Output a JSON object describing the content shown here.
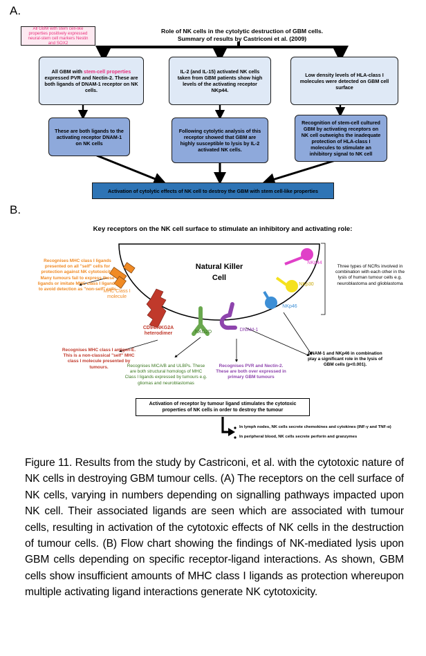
{
  "panel_a": {
    "label": "A.",
    "title_line1": "Role of NK cells in the cytolytic destruction of GBM cells.",
    "title_line2": "Summary of results by Castriconi et al. (2009)",
    "pink_note": "All GBM with stem cell-like properties positively expressed neural-stem cell markers Nestin and SOX2",
    "top_left_pre": "All GBM with ",
    "top_left_highlight": "stem-cell properties",
    "top_left_post": " expressed PVR and Nectin-2. These are both ligands of DNAM-1 receptor on NK cells.",
    "top_mid": "IL-2 (and IL-15) activated NK cells taken from GBM patients show high levels of the activating receptor NKp44.",
    "top_right": "Low density levels of HLA-class I molecules were detected on GBM cell surface",
    "bottom_left": "These are both ligands to the activating receptor DNAM-1 on NK cells",
    "bottom_mid": "Following cytolytic analysis of this receptor showed that GBM are highly susceptible to lysis by IL-2 activated NK cells.",
    "bottom_right": "Recognition of stem-cell cultured GBM by activating receptors on NK cell outweighs the inadequate protection of HLA-class I molecules to stimulate an inhibitory signal to NK cell",
    "result_bar": "Activation of cytolytic effects of NK cell to destroy the GBM with stem cell-like properties"
  },
  "panel_b": {
    "label": "B.",
    "title": "Key receptors on the NK cell surface to stimulate an inhibitory and activating role:",
    "cell_line1": "Natural Killer",
    "cell_line2": "Cell",
    "mhc_label": "MHC Class I molecule",
    "mhc_note": "Recognises MHC class I ligands presented on all \"self\" cells for protection against NK cytotoxicity. Many tumours fail to express these ligands or imitate MHC class I ligands to avoid detection as \"non-self\" cells",
    "cd94_label": "CD94/NKG2A heterodimer",
    "cd94_note": "Recognises MHC class I antigen-E. This is a non-classical \"self\" MHC class I molecule presented by tumours.",
    "nkg2d_label": "NKG2D",
    "nkg2d_note": "Recognises MICA/B and ULBPs. These are both structural homologs of MHC Class I ligands expressed by tumours e.g. gliomas and neuroblastomas",
    "dnam_label": "DNAM-1",
    "dnam_note": "Recognises PVR and Nectin-2. These are both over expressed in primary GBM tumours",
    "nkp44_label": "NKp44",
    "nkp30_label": "NKp30",
    "nkp46_label": "NKp46",
    "ncr_note": "Three types of NCRs involved in combination with each other in the lysis of human tumour cells e.g. neuroblastoma and glioblastoma",
    "dnam_nkp46_note": "DNAM-1 and NKp46 in combination play a significant role in the lysis of GBM cells (p<0.001).",
    "activation_box": "Activation of receptor by tumour ligand stimulates the cytotoxic properties of NK cells in order to destroy the tumour",
    "bullet1": "In lymph nodes, NK cells secrete chemokines and cytokines (INF-γ and TNF-α)",
    "bullet2": "In peripheral blood, NK cells secrete perforin and granzymes"
  },
  "caption": {
    "figure_label": "Figure 11.",
    "text": " Results from the study by Castriconi, et al. with the cytotoxic nature of NK cells in destroying GBM tumour cells. (A) The receptors on the cell surface of NK cells, varying in numbers depending on signalling pathways impacted upon NK cell. Their associated ligands are seen which are associated with tumour cells, resulting in activation of the cytotoxic effects of NK cells in the destruction of tumour cells. (B) Flow chart showing the findings of NK-mediated lysis upon GBM cells depending on specific receptor-ligand interactions. As shown, GBM cells show insufficient amounts of MHC class I ligands as protection whereupon multiple activating ligand interactions generate NK cytotoxicity."
  },
  "colors": {
    "orange": "#f08a24",
    "red": "#c0392b",
    "green": "#6aa84f",
    "purple": "#8e44ad",
    "magenta": "#e040c8",
    "yellow": "#f5e11e",
    "blue": "#3d8fd6"
  }
}
